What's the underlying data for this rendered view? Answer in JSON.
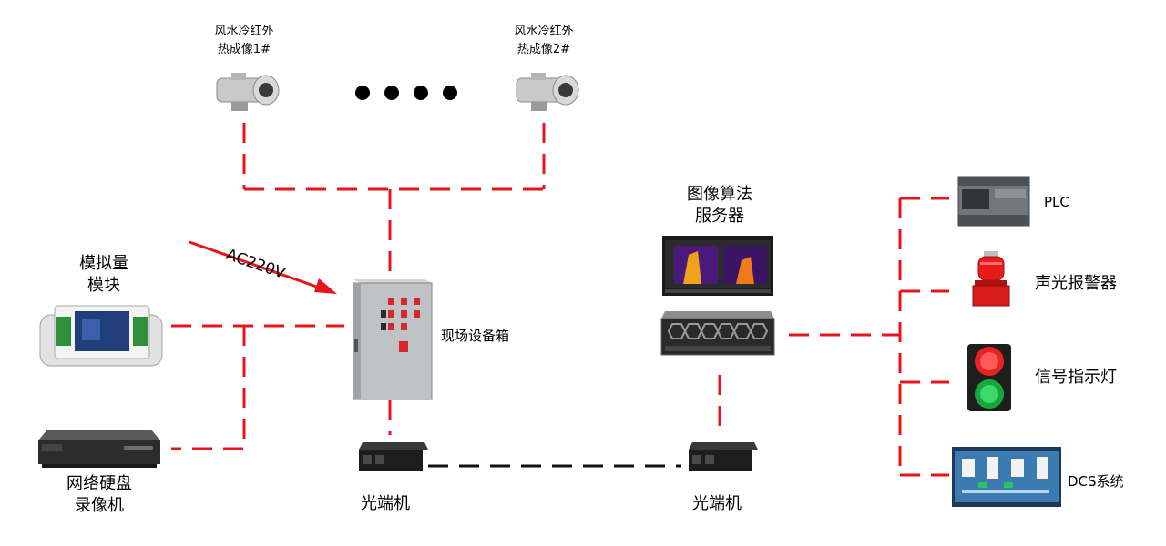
{
  "camera1": {
    "line1": "风水冷红外",
    "line2": "热成像1#"
  },
  "camera2": {
    "line1": "风水冷红外",
    "line2": "热成像2#"
  },
  "field_box": {
    "label": "现场设备箱"
  },
  "power": {
    "label": "AC220V"
  },
  "analog_module": {
    "line1": "模拟量",
    "line2": "模块"
  },
  "nvr": {
    "line1": "网络硬盘",
    "line2": "录像机"
  },
  "optical_left": {
    "label": "光端机"
  },
  "optical_right": {
    "label": "光端机"
  },
  "server": {
    "line1": "图像算法",
    "line2": "服务器"
  },
  "plc": {
    "label": "PLC"
  },
  "alarm": {
    "label": "声光报警器"
  },
  "signal_light": {
    "label": "信号指示灯"
  },
  "dcs": {
    "label": "DCS系统"
  },
  "colors": {
    "link_red": "#e8141b",
    "link_black": "#111111",
    "arrow_red": "#e8141b"
  }
}
